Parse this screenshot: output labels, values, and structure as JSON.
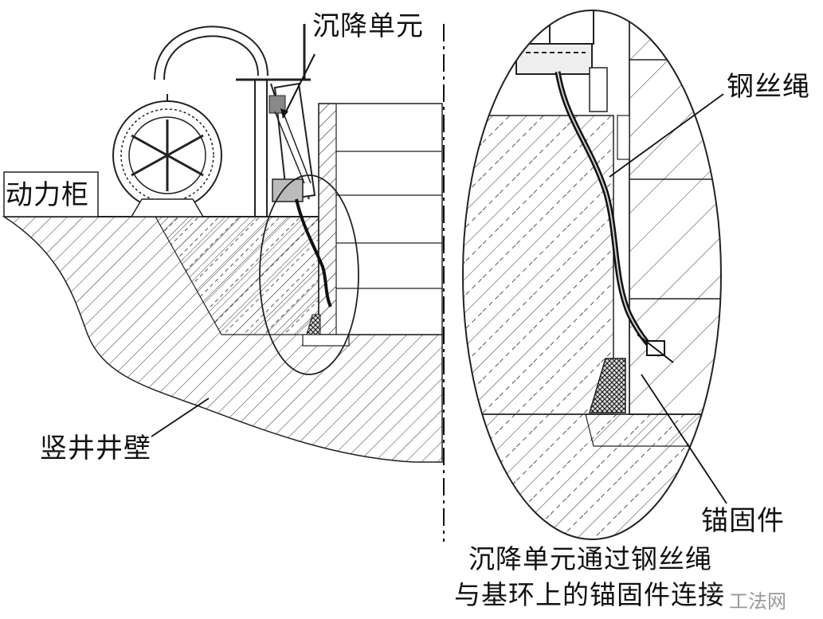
{
  "labels": {
    "power_cabinet": "动力柜",
    "sinking_unit": "沉降单元",
    "shaft_wall": "竖井井壁",
    "steel_wire_rope": "钢丝绳",
    "anchor": "锚固件"
  },
  "caption": {
    "line1": "沉降单元通过钢丝绳",
    "line2": "与基环上的锚固件连接"
  },
  "watermark": "工法网"
}
